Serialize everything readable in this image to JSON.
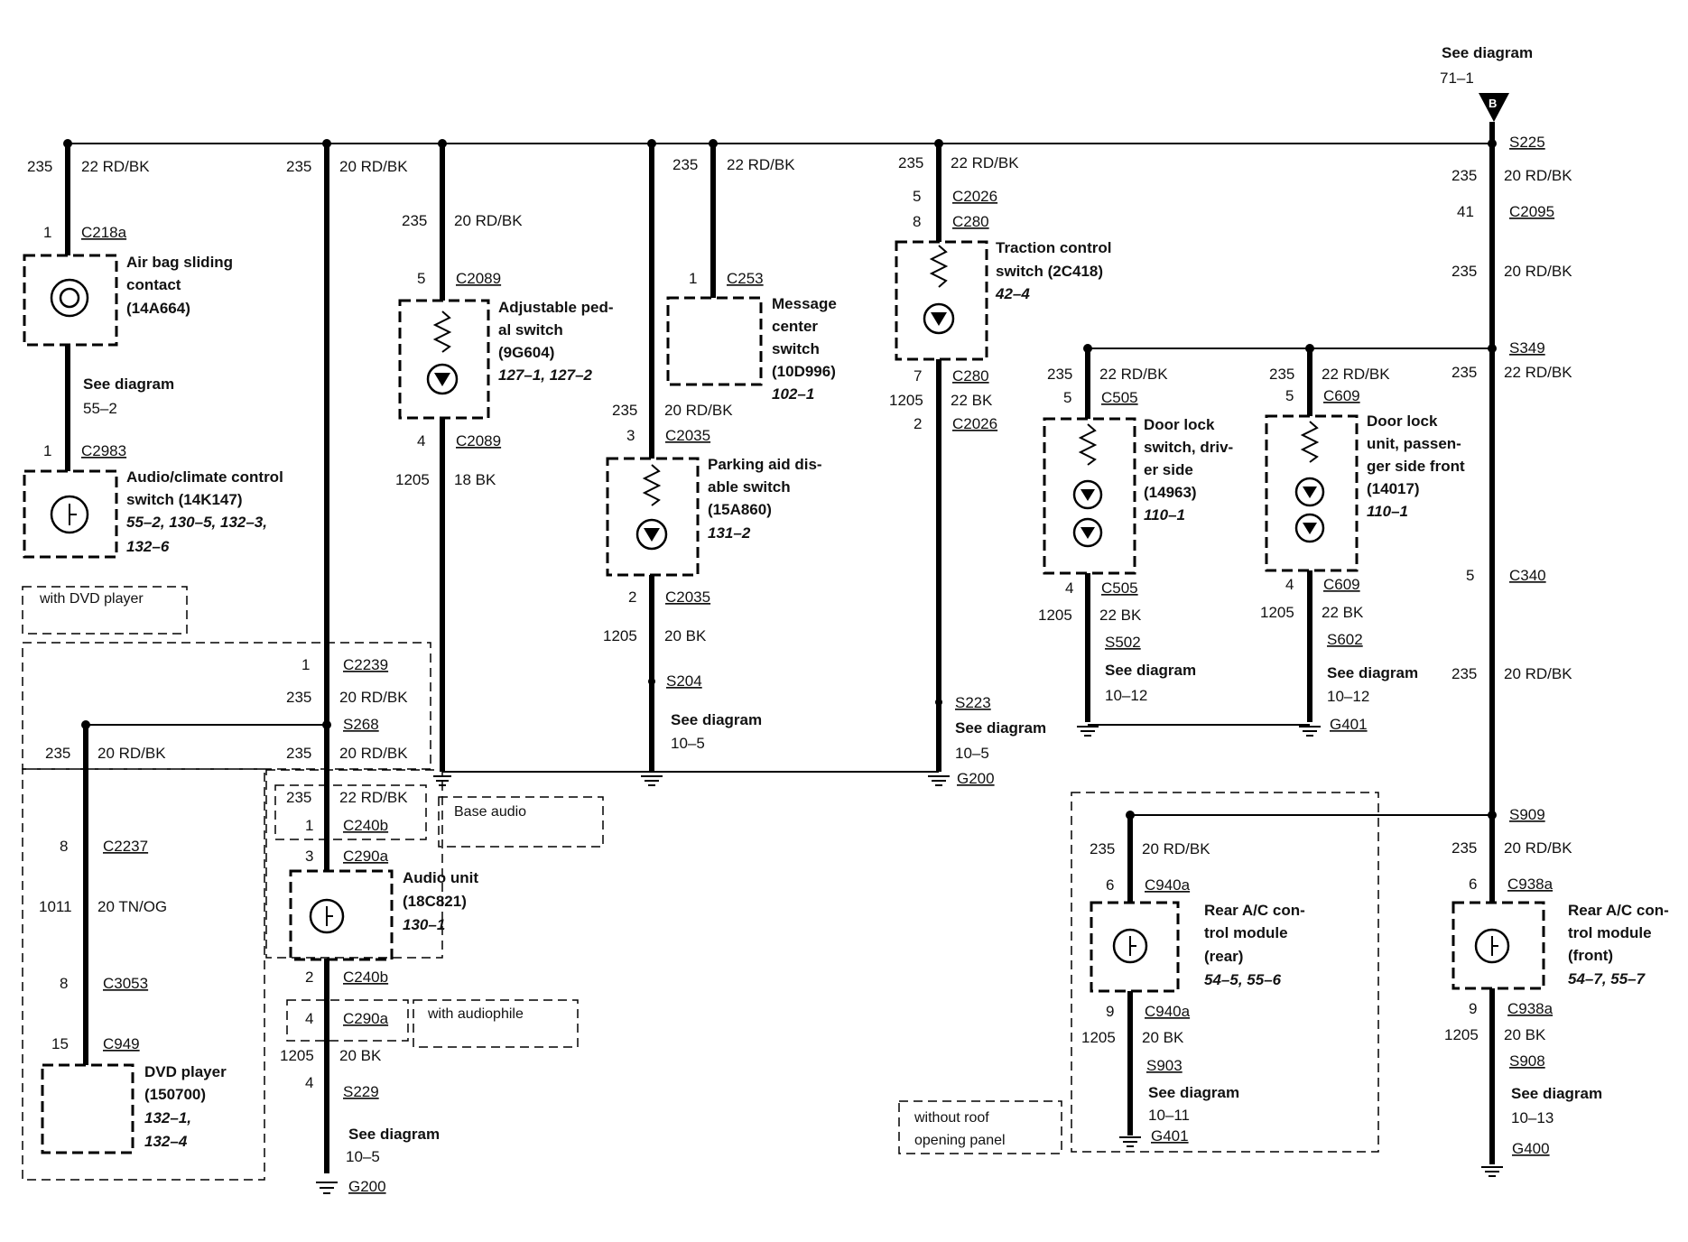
{
  "ref_top": {
    "see": "See diagram",
    "num": "71–1",
    "tag": "B"
  },
  "splices": {
    "s225": "S225",
    "s349": "S349",
    "s268": "S268",
    "s909": "S909",
    "s502": "S502",
    "s602": "S602",
    "s204": "S204",
    "s223": "S223",
    "s229": "S229",
    "s903": "S903",
    "s908": "S908"
  },
  "grounds": {
    "g200a": "G200",
    "g200b": "G200",
    "g401a": "G401",
    "g401b": "G401",
    "g400": "G400"
  },
  "common": {
    "w235": "235",
    "w1205": "1205",
    "w1011": "1011",
    "rdbk22": "22 RD/BK",
    "rdbk20": "20 RD/BK",
    "bk18": "18 BK",
    "bk20": "20 BK",
    "bk22": "22 BK",
    "tnog": "20 TN/OG",
    "see": "See diagram"
  },
  "pins": {
    "p1": "1",
    "p2": "2",
    "p3": "3",
    "p4": "4",
    "p5": "5",
    "p6": "6",
    "p7": "7",
    "p8": "8",
    "p9": "9",
    "p15": "15",
    "p41": "41"
  },
  "connectors": {
    "c218a": "C218a",
    "c2983": "C2983",
    "c2089": "C2089",
    "c253": "C253",
    "c2035": "C2035",
    "c2026": "C2026",
    "c280": "C280",
    "c505": "C505",
    "c609": "C609",
    "c2095": "C2095",
    "c340": "C340",
    "c2239": "C2239",
    "c240b": "C240b",
    "c290a": "C290a",
    "c2237": "C2237",
    "c3053": "C3053",
    "c949": "C949",
    "c940a": "C940a",
    "c938a": "C938a"
  },
  "refs": {
    "r55_2": "55–2",
    "r10_5": "10–5",
    "r10_12": "10–12",
    "r10_11": "10–11",
    "r10_13": "10–13"
  },
  "components": {
    "airbag": [
      "Air bag sliding",
      "contact",
      "(14A664)"
    ],
    "audioclim": [
      "Audio/climate control",
      "switch (14K147)"
    ],
    "audioclim_refs": [
      "55–2, 130–5, 132–3,",
      "132–6"
    ],
    "pedal": [
      "Adjustable ped-",
      "al switch",
      "(9G604)"
    ],
    "pedal_refs": "127–1, 127–2",
    "message": [
      "Message",
      "center",
      "switch",
      "(10D996)"
    ],
    "message_refs": "102–1",
    "parking": [
      "Parking aid dis-",
      "able switch",
      "(15A860)"
    ],
    "parking_refs": "131–2",
    "traction": [
      "Traction control",
      "switch (2C418)"
    ],
    "traction_refs": "42–4",
    "doordrv": [
      "Door lock",
      "switch, driv-",
      "er side",
      "(14963)"
    ],
    "doordrv_refs": "110–1",
    "doorpass": [
      "Door lock",
      "unit, passen-",
      "ger side front",
      "(14017)"
    ],
    "doorpass_refs": "110–1",
    "audiounit": [
      "Audio unit",
      "(18C821)"
    ],
    "audiounit_refs": "130–1",
    "dvd": [
      "DVD player",
      "(150700)"
    ],
    "dvd_refs": [
      "132–1,",
      "132–4"
    ],
    "rearac_rear": [
      "Rear A/C con-",
      "trol module",
      "(rear)"
    ],
    "rearac_rear_refs": "54–5, 55–6",
    "rearac_front": [
      "Rear A/C con-",
      "trol module",
      "(front)"
    ],
    "rearac_front_refs": "54–7, 55–7"
  },
  "options": {
    "dvd": "with DVD player",
    "base": "Base audio",
    "audiophile": "with audiophile",
    "roof": [
      "without roof",
      "opening panel"
    ]
  }
}
